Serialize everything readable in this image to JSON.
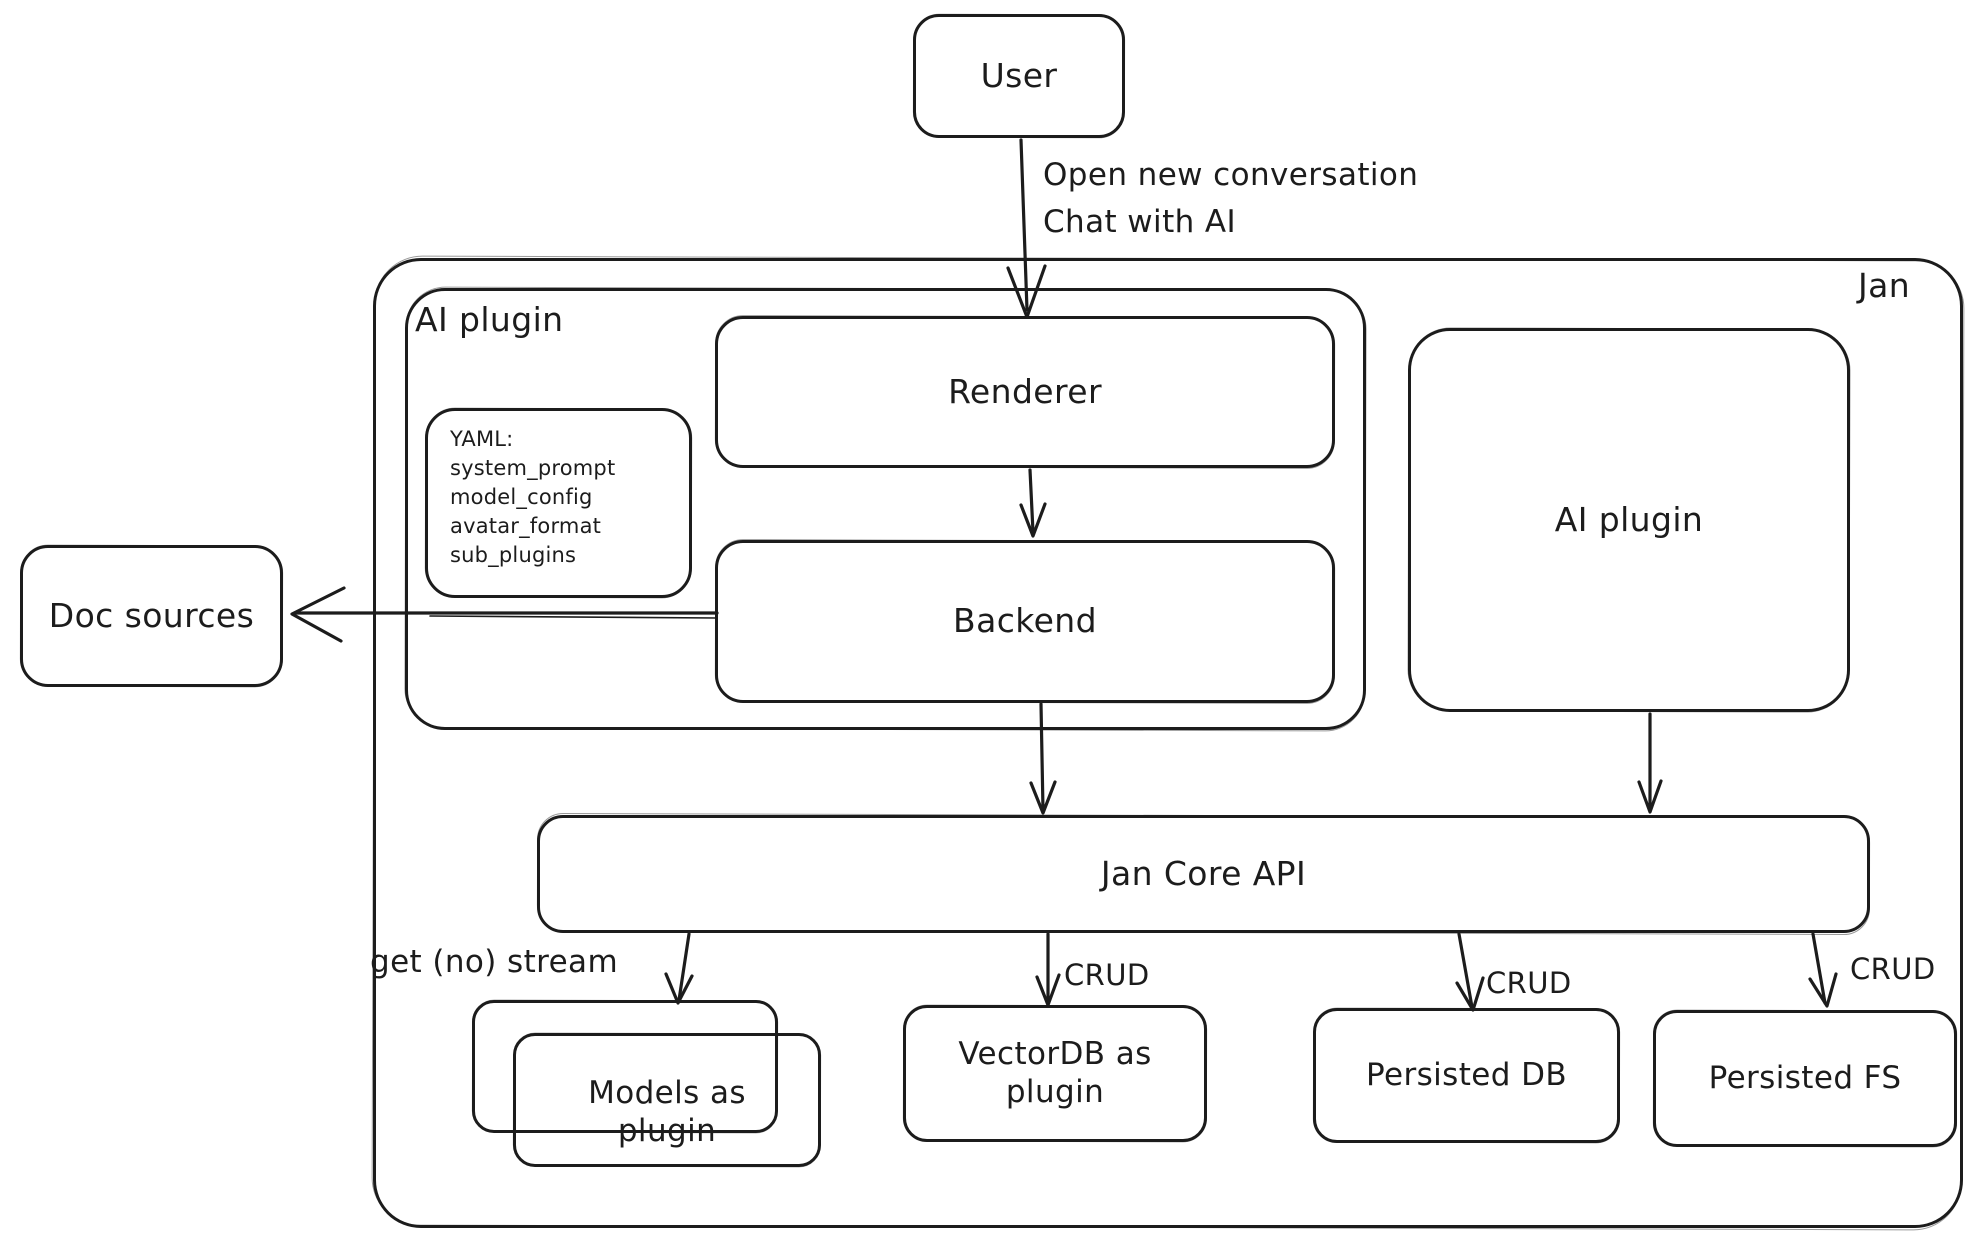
{
  "canvas": {
    "background": "#ffffff",
    "stroke": "#1c1c1c"
  },
  "nodes": {
    "user": {
      "label": "User"
    },
    "jan": {
      "label": "Jan"
    },
    "ai_plugin_left": {
      "label": "AI plugin"
    },
    "yaml_note": {
      "lines": [
        "YAML:",
        "system_prompt",
        "model_config",
        "avatar_format",
        "sub_plugins"
      ]
    },
    "renderer": {
      "label": "Renderer"
    },
    "backend": {
      "label": "Backend"
    },
    "ai_plugin_right": {
      "label": "AI plugin"
    },
    "jan_core_api": {
      "label": "Jan Core API"
    },
    "doc_sources": {
      "label": "Doc sources"
    },
    "models_plugin": {
      "label": "Models as plugin"
    },
    "vectordb_plugin": {
      "label": "VectorDB as plugin"
    },
    "persisted_db": {
      "label": "Persisted DB"
    },
    "persisted_fs": {
      "label": "Persisted FS"
    }
  },
  "edges": {
    "user_to_renderer": {
      "label_line1": "Open new conversation",
      "label_line2": "Chat with AI"
    },
    "core_to_models": {
      "label": "get (no) stream"
    },
    "core_to_vectordb": {
      "label": "CRUD"
    },
    "core_to_persisted_db": {
      "label": "CRUD"
    },
    "core_to_persisted_fs": {
      "label": "CRUD"
    }
  }
}
